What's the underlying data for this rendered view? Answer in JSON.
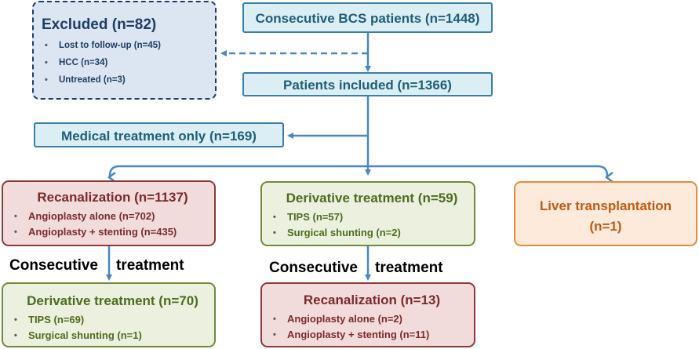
{
  "excluded": {
    "title": "Excluded (n=82)",
    "items": [
      "Lost to follow-up (n=45)",
      "HCC (n=34)",
      "Untreated  (n=3)"
    ]
  },
  "consecutive": {
    "title": "Consecutive BCS patients (n=1448)"
  },
  "included": {
    "title": "Patients included (n=1366)"
  },
  "medical": {
    "title": "Medical treatment only (n=169)"
  },
  "recanalization": {
    "title": "Recanalization (n=1137)",
    "items": [
      "Angioplasty alone (n=702)",
      "Angioplasty + stenting (n=435)"
    ]
  },
  "derivative": {
    "title": "Derivative treatment (n=59)",
    "items": [
      "TIPS (n=57)",
      "Surgical shunting (n=2)"
    ]
  },
  "liver": {
    "title_line1": "Liver transplantation",
    "title_line2": "(n=1)"
  },
  "consecutive_label_left": {
    "part1": "Consecutive",
    "part2": "treatment"
  },
  "consecutive_label_right": {
    "part1": "Consecutive",
    "part2": "treatment"
  },
  "derivative2": {
    "title": "Derivative treatment (n=70)",
    "items": [
      "TIPS (n=69)",
      "Surgical shunting (n=1)"
    ]
  },
  "recanalization2": {
    "title": "Recanalization (n=13)",
    "items": [
      "Angioplasty alone (n=2)",
      "Angioplasty + stenting (n=11)"
    ]
  },
  "colors": {
    "arrow": "#4a86c5",
    "blue_fill": "#dbeef3",
    "red_fill": "#f2dcdb",
    "green_fill": "#ebf1de",
    "orange_fill": "#fdeada"
  }
}
